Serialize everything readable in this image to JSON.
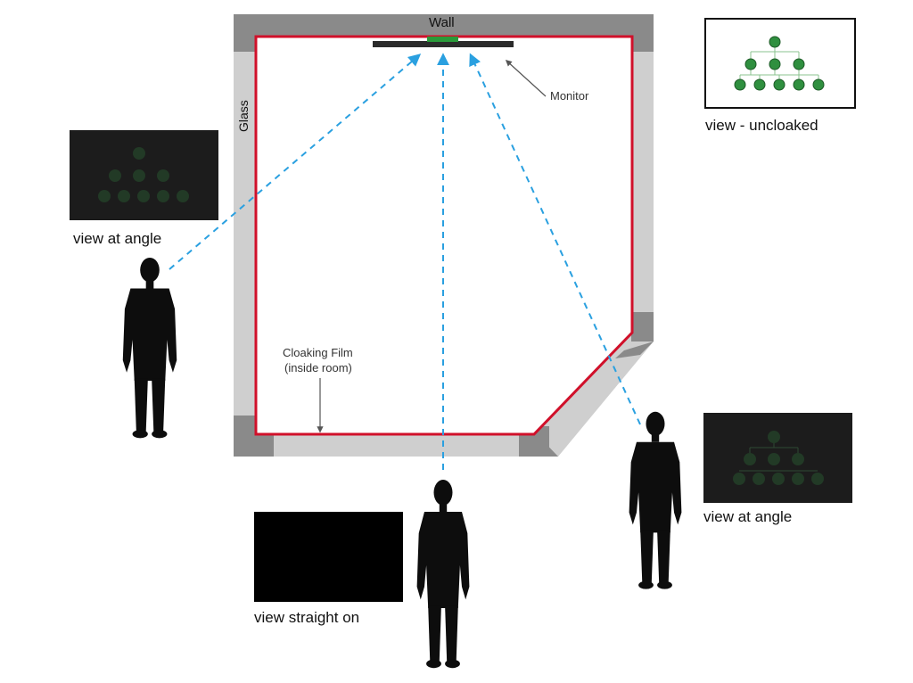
{
  "labels": {
    "wall": "Wall",
    "glass": "Glass",
    "monitor": "Monitor",
    "film_line1": "Cloaking Film",
    "film_line2": "(inside room)"
  },
  "views": {
    "uncloaked": "view - uncloaked",
    "angle_left": "view at angle",
    "angle_right": "view at angle",
    "straight": "view straight on"
  },
  "colors": {
    "wall": "#8a8a8a",
    "glass": "#cfcfcf",
    "film": "#d0102a",
    "sightline": "#2aa0e0",
    "monitor": "#2b2b2b",
    "monitor_screen": "#2a9a3a",
    "node": "#2f8f3f",
    "dim_screen": "#1c1c1c",
    "dim_node": "#223a26",
    "silhouette": "#0d0d0d"
  },
  "icons": [
    "person-silhouette-icon",
    "org-chart-icon",
    "arrow-icon"
  ]
}
